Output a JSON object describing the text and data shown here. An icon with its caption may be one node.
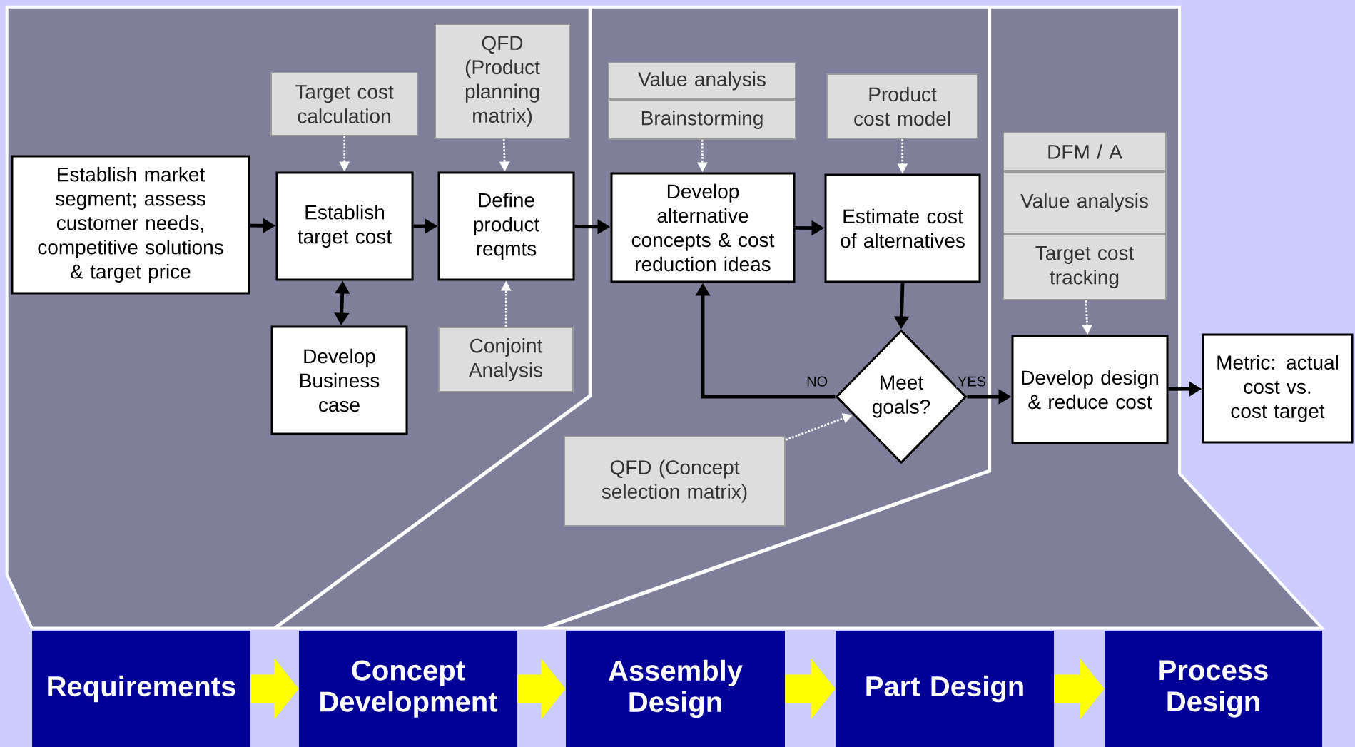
{
  "diagram": {
    "nodes": [
      {
        "text": [
          "Establish market segment; assess customer needs, competitive solutions & target price"
        ]
      },
      {
        "text": [
          "Target cost calculation"
        ]
      },
      {
        "text": [
          "Establish target cost"
        ]
      },
      {
        "text": [
          "QFD (Product planning matrix)"
        ]
      },
      {
        "text": [
          "Define product reqmts"
        ]
      },
      {
        "text": [
          "Develop Business case"
        ]
      },
      {
        "text": [
          "Conjoint Analysis"
        ]
      },
      {
        "text": [
          "Value analysis"
        ]
      },
      {
        "text": [
          "Brainstorming"
        ]
      },
      {
        "text": [
          "Develop alternative concepts & cost reduction ideas"
        ]
      },
      {
        "text": [
          "Product cost model"
        ]
      },
      {
        "text": [
          "Estimate cost of alternatives"
        ]
      },
      {
        "text": [
          "Meet goals?"
        ]
      },
      {
        "text": [
          "QFD (Concept selection matrix)"
        ]
      },
      {
        "text": [
          "DFM / A"
        ]
      },
      {
        "text": [
          "Value analysis"
        ]
      },
      {
        "text": [
          "Target cost tracking"
        ]
      },
      {
        "text": [
          "Develop design & reduce cost"
        ]
      },
      {
        "text": [
          "Metric: actual cost vs. cost target"
        ]
      },
      {
        "text": [
          "Requirements"
        ]
      },
      {
        "text": [
          "Concept Development"
        ]
      },
      {
        "text": [
          "Assembly Design"
        ]
      },
      {
        "text": [
          "Part Design"
        ]
      },
      {
        "text": [
          "Process Design"
        ]
      }
    ],
    "edges": [
      {
        "from": 0,
        "to": 2,
        "arrow": "to"
      },
      {
        "from": 2,
        "to": 4,
        "arrow": "to"
      },
      {
        "from": 4,
        "to": 9,
        "arrow": "to"
      },
      {
        "from": 9,
        "to": 11,
        "arrow": "to"
      },
      {
        "from": 11,
        "to": 12,
        "arrow": "to"
      },
      {
        "from": 12,
        "to": 9,
        "arrow": "to",
        "label": "NO"
      },
      {
        "from": 12,
        "to": 17,
        "arrow": "to",
        "label": "YES"
      },
      {
        "from": 17,
        "to": 18,
        "arrow": "to"
      },
      {
        "from": 2,
        "to": 5,
        "arrow": "both"
      },
      {
        "from": 1,
        "to": 2,
        "arrow": "to",
        "style": "dashed",
        "color": "#ffffff"
      },
      {
        "from": 3,
        "to": 4,
        "arrow": "to",
        "style": "dashed",
        "color": "#ffffff"
      },
      {
        "from": 6,
        "to": 4,
        "arrow": "to",
        "style": "dashed",
        "color": "#ffffff"
      },
      {
        "from": 8,
        "to": 9,
        "arrow": "to",
        "style": "dashed",
        "color": "#ffffff"
      },
      {
        "from": 10,
        "to": 11,
        "arrow": "to",
        "style": "dashed",
        "color": "#ffffff"
      },
      {
        "from": 16,
        "to": 17,
        "arrow": "to",
        "style": "dashed",
        "color": "#ffffff"
      },
      {
        "from": 13,
        "to": 12,
        "arrow": "to",
        "style": "dashed",
        "color": "#ffffff"
      },
      {
        "from": 19,
        "to": 20,
        "arrow": "to",
        "style": "thick",
        "color": "#ffff00"
      },
      {
        "from": 20,
        "to": 21,
        "arrow": "to",
        "style": "thick",
        "color": "#ffff00"
      },
      {
        "from": 21,
        "to": 22,
        "arrow": "to",
        "style": "thick",
        "color": "#ffff00"
      },
      {
        "from": 22,
        "to": 23,
        "arrow": "to",
        "style": "thick",
        "color": "#ffff00"
      }
    ]
  }
}
